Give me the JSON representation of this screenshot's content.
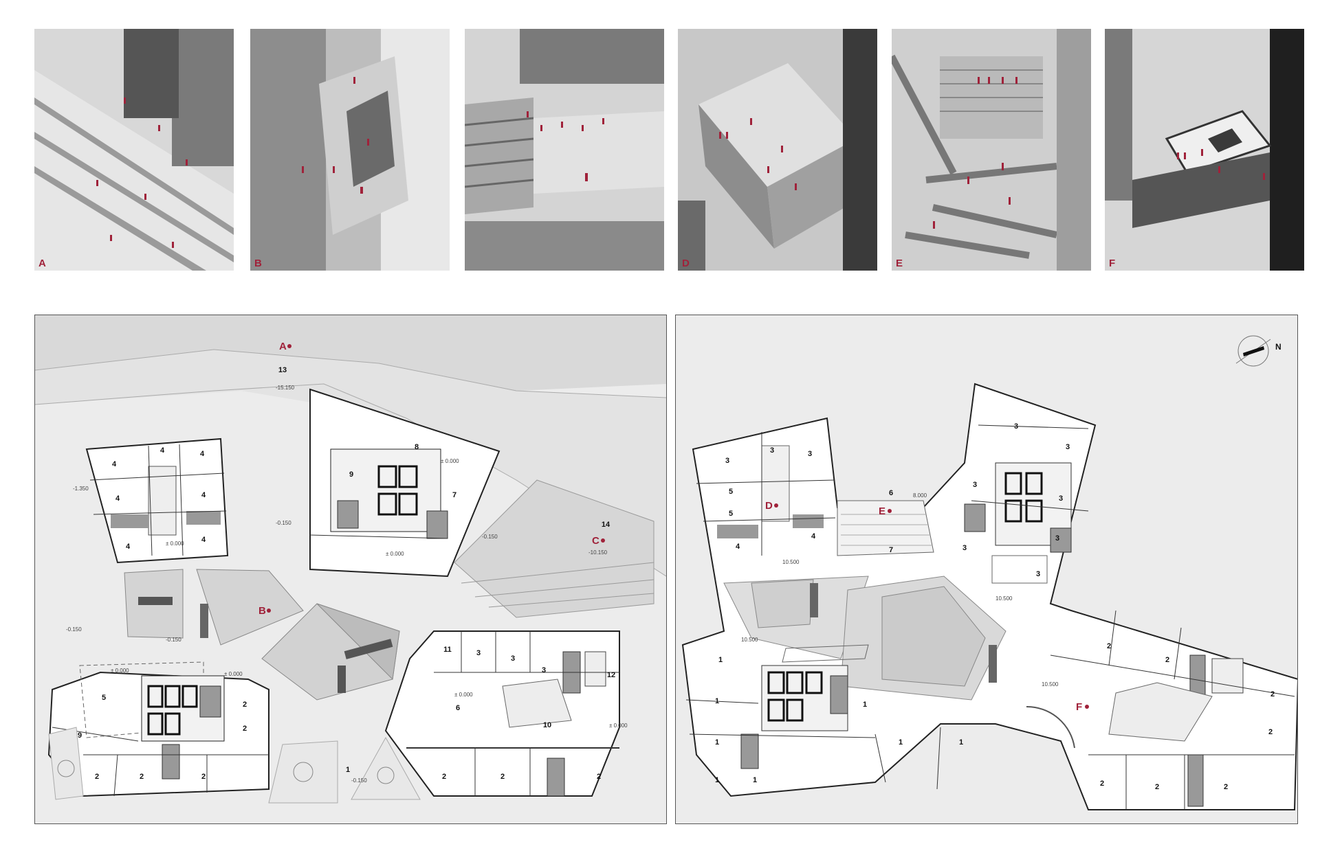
{
  "photos": [
    {
      "letter": "A",
      "color": "#a0223a"
    },
    {
      "letter": "B",
      "color": "#a0223a"
    },
    {
      "letter": "",
      "color": "#a0223a"
    },
    {
      "letter": "D",
      "color": "#a0223a"
    },
    {
      "letter": "E",
      "color": "#a0223a"
    },
    {
      "letter": "F",
      "color": "#a0223a"
    }
  ],
  "plan_left": {
    "markers": [
      "A",
      "B",
      "C"
    ],
    "rooms": [
      "13",
      "4",
      "4",
      "4",
      "4",
      "4",
      "4",
      "4",
      "8",
      "9",
      "7",
      "14",
      "11",
      "3",
      "3",
      "3",
      "12",
      "5",
      "2",
      "2",
      "9",
      "2",
      "2",
      "2",
      "6",
      "10",
      "2",
      "2",
      "2",
      "1"
    ],
    "elevations": [
      "-15.150",
      "-1.350",
      "-0.150",
      "± 0.000",
      "± 0.000",
      "± 0.000",
      "-0.150",
      "-10.150",
      "± 0.000",
      "± 0.000",
      "± 0.000",
      "-0.150",
      "-0.150",
      "± 0.000",
      "-0.150"
    ]
  },
  "plan_right": {
    "markers": [
      "D",
      "E",
      "F"
    ],
    "rooms": [
      "3",
      "3",
      "3",
      "5",
      "5",
      "4",
      "4",
      "6",
      "7",
      "3",
      "3",
      "3",
      "3",
      "3",
      "3",
      "3",
      "1",
      "1",
      "1",
      "1",
      "1",
      "1",
      "1",
      "1",
      "2",
      "2",
      "2",
      "2",
      "2",
      "2",
      "2"
    ],
    "elevations": [
      "8.000",
      "10.500",
      "10.500",
      "10.500",
      "10.500"
    ],
    "north": "N"
  },
  "accent": "#a0223a"
}
